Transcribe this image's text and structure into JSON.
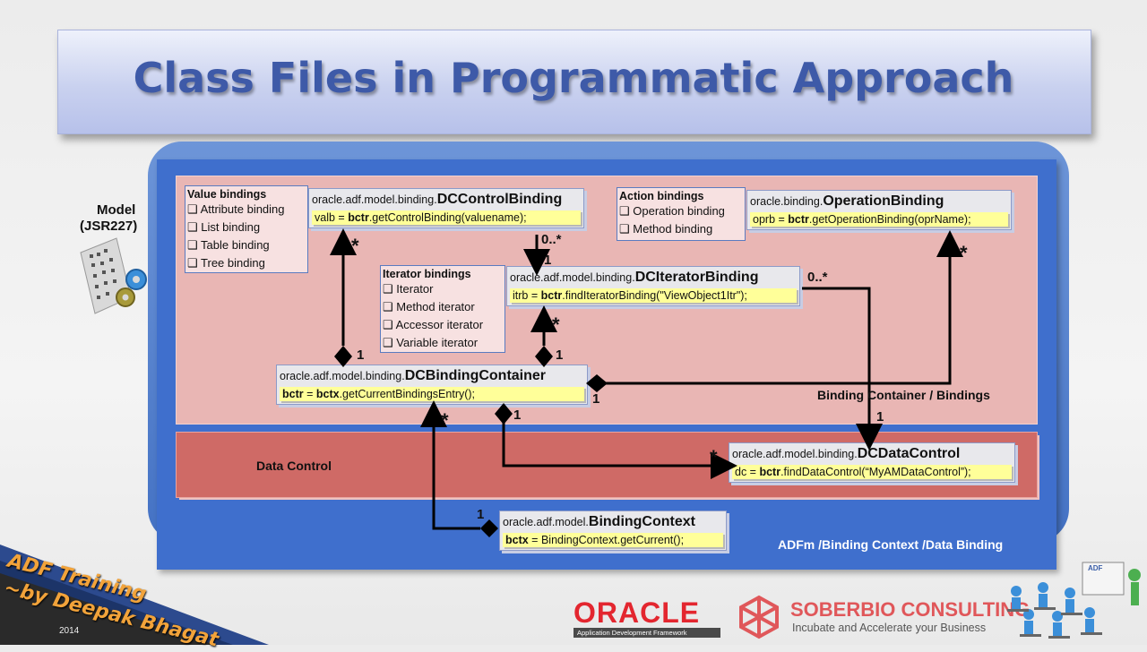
{
  "title": "Class Files in Programmatic Approach",
  "model_label": {
    "line1": "Model",
    "line2": "(JSR227)"
  },
  "value_bindings": {
    "header": "Value bindings",
    "items": [
      "Attribute binding",
      "List binding",
      "Table binding",
      "Tree binding"
    ]
  },
  "action_bindings": {
    "header": "Action bindings",
    "items": [
      "Operation binding",
      "Method binding"
    ]
  },
  "iterator_bindings": {
    "header": "Iterator bindings",
    "items": [
      "Iterator",
      "Method iterator",
      "Accessor iterator",
      "Variable iterator"
    ]
  },
  "control_binding": {
    "pkg": "oracle.adf.model.binding.",
    "cls": "DCControlBinding",
    "code_pre": "valb = ",
    "code_b": "bctr",
    "code_post": ".getControlBinding(valuename);"
  },
  "operation_binding": {
    "pkg": "oracle.binding.",
    "cls": "OperationBinding",
    "code_pre": "oprb = ",
    "code_b": "bctr",
    "code_post": ".getOperationBinding(oprName);"
  },
  "iterator_binding": {
    "pkg": "oracle.adf.model.binding.",
    "cls": "DCIteratorBinding",
    "code_pre": "itrb = ",
    "code_b": "bctr",
    "code_post": ".findIteratorBinding(\"ViewObject1Itr\");"
  },
  "binding_container": {
    "pkg": "oracle.adf.model.binding.",
    "cls": "DCBindingContainer",
    "code_b1": "bctr",
    "code_mid": " = ",
    "code_b2": "bctx",
    "code_post": ".getCurrentBindingsEntry();"
  },
  "data_control": {
    "pkg": "oracle.adf.model.binding.",
    "cls": "DCDataControl",
    "code_pre": "dc = ",
    "code_b": "bctr",
    "code_post": ".findDataControl(“MyAMDataControl”);"
  },
  "binding_context": {
    "pkg": "oracle.adf.model.",
    "cls": "BindingContext",
    "code_b": "bctx",
    "code_post": " = BindingContext.getCurrent();"
  },
  "labels": {
    "binding_container_bindings": "Binding Container / Bindings",
    "data_control": "Data Control",
    "adfm": "ADFm /Binding Context /Data Binding"
  },
  "multiplicity": {
    "star": "*",
    "one": "1",
    "zero_many": "0..*"
  },
  "footer": {
    "training_line1": "ADF Training",
    "training_line2": "~by Deepak Bhagat",
    "year": "2014",
    "oracle": "ORACLE",
    "oracle_sub": "Application Development Framework",
    "soberbio": "SOBERBIO CONSULTING",
    "soberbio_sub": "Incubate and Accelerate your Business",
    "adf": "ADF"
  },
  "colors": {
    "title": "#3e5aa8",
    "panel_blue": "#3f6fcd",
    "pink": "#e9b6b4",
    "red_band": "#cf6a66",
    "code_bg": "#ffff99",
    "oracle_red": "#e3262f",
    "soberbio_red": "#e0575a"
  }
}
